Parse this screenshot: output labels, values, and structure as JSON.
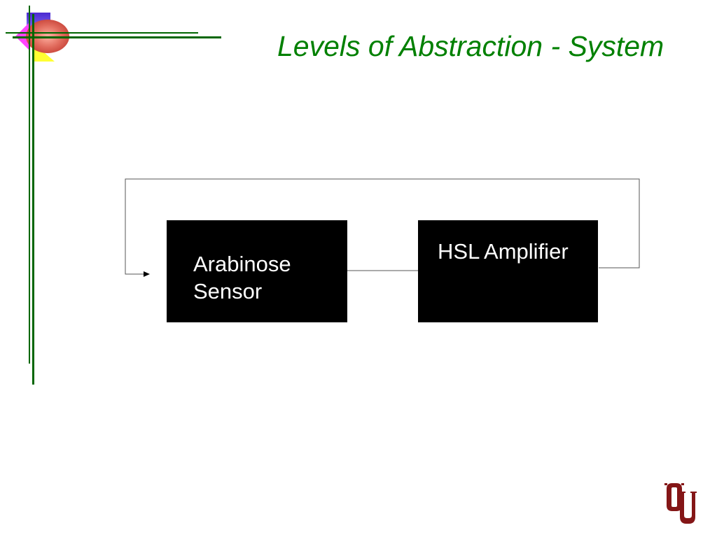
{
  "slide": {
    "title": "Levels of Abstraction - System"
  },
  "diagram": {
    "blocks": [
      {
        "id": "arabinose-sensor",
        "line1": "Arabinose",
        "line2": "Sensor"
      },
      {
        "id": "hsl-amplifier",
        "line1": "HSL Amplifier"
      }
    ],
    "connections": [
      {
        "from": "arabinose-sensor",
        "to": "hsl-amplifier"
      },
      {
        "from": "hsl-amplifier",
        "to": "arabinose-sensor",
        "type": "feedback"
      }
    ]
  },
  "branding": {
    "logo": "OU",
    "logo_icon": "ou-logo-icon",
    "accent_color": "#008000",
    "logo_color": "#841617"
  }
}
